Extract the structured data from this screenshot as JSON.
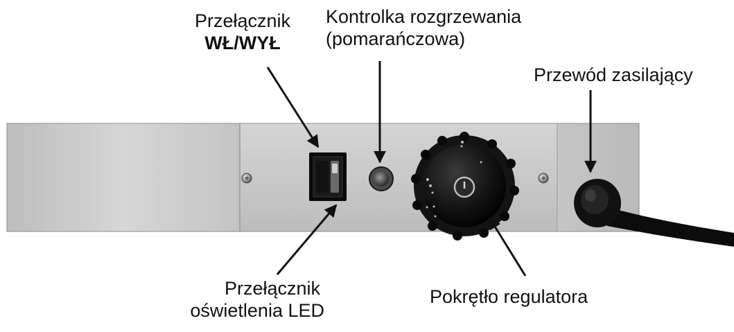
{
  "labels": {
    "power_switch": {
      "line1": "Przełącznik",
      "line2": "WŁ/WYŁ"
    },
    "heating_light": {
      "line1": "Kontrolka rozgrzewania",
      "line2": "(pomarańczowa)"
    },
    "power_cord": {
      "line1": "Przewód zasilający"
    },
    "led_switch": {
      "line1": "Przełącznik",
      "line2": "oświetlenia LED"
    },
    "regulator_knob": {
      "line1": "Pokrętło regulatora"
    }
  },
  "colors": {
    "text": "#111111",
    "arrow": "#111111",
    "panel": "#c8c8c8"
  },
  "icons": {
    "screw": "screw-icon",
    "rocker": "rocker-switch-icon",
    "lamp": "indicator-lamp-icon",
    "knob": "dial-knob-icon",
    "plug": "power-plug-icon"
  }
}
